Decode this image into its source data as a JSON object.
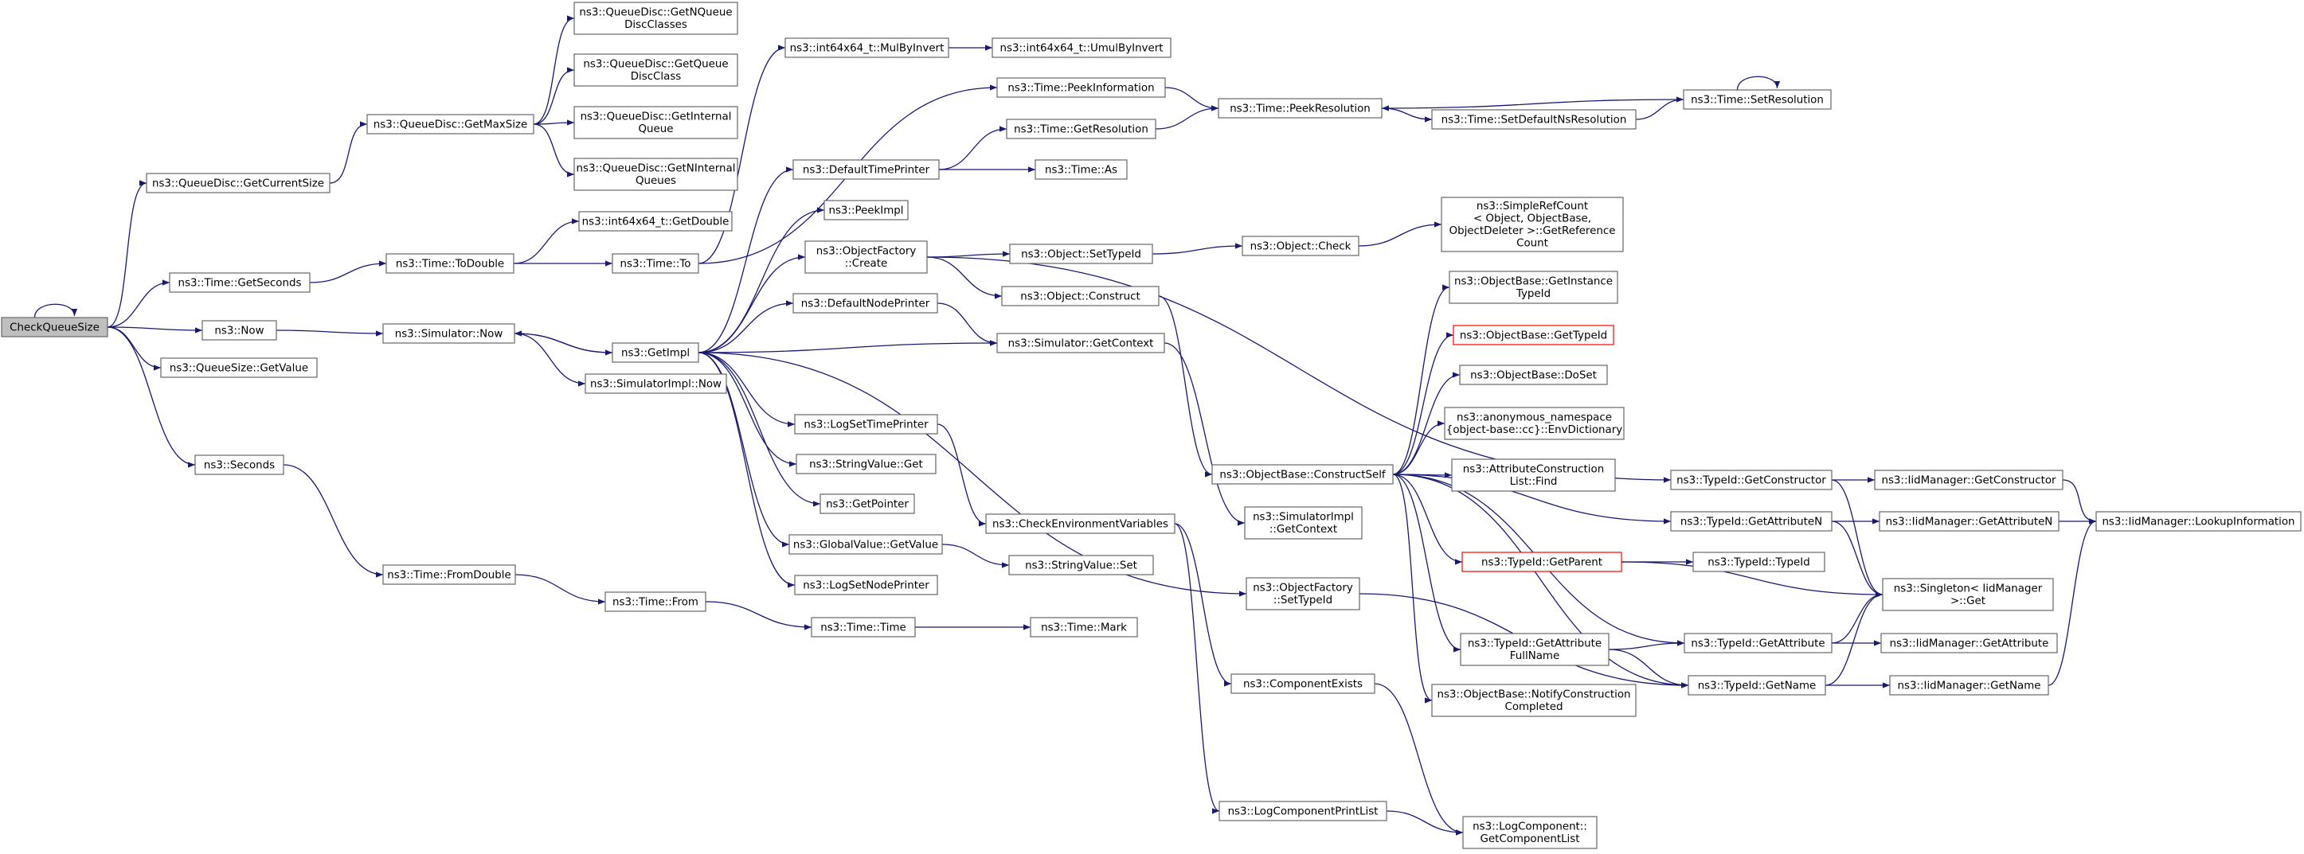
{
  "colors": {
    "edge": "#191970",
    "node_border": "#666666",
    "highlight_border": "#ff0000",
    "root_fill": "#bfbfbf"
  },
  "nodes": [
    {
      "id": "n0",
      "lines": [
        "CheckQueueSize"
      ],
      "root": true
    },
    {
      "id": "n1",
      "lines": [
        "ns3::QueueDisc::GetCurrentSize"
      ]
    },
    {
      "id": "n2",
      "lines": [
        "ns3::QueueDisc::GetMaxSize"
      ]
    },
    {
      "id": "n3",
      "lines": [
        "ns3::QueueDisc::GetNQueue",
        "DiscClasses"
      ]
    },
    {
      "id": "n4",
      "lines": [
        "ns3::QueueDisc::GetQueue",
        "DiscClass"
      ]
    },
    {
      "id": "n5",
      "lines": [
        "ns3::QueueDisc::GetInternal",
        "Queue"
      ]
    },
    {
      "id": "n6",
      "lines": [
        "ns3::QueueDisc::GetNInternal",
        "Queues"
      ]
    },
    {
      "id": "n7",
      "lines": [
        "ns3::Time::GetSeconds"
      ]
    },
    {
      "id": "n8",
      "lines": [
        "ns3::Time::ToDouble"
      ]
    },
    {
      "id": "n9",
      "lines": [
        "ns3::int64x64_t::GetDouble"
      ]
    },
    {
      "id": "n10",
      "lines": [
        "ns3::Time::To"
      ]
    },
    {
      "id": "n11",
      "lines": [
        "ns3::int64x64_t::MulByInvert"
      ]
    },
    {
      "id": "n12",
      "lines": [
        "ns3::int64x64_t::UmulByInvert"
      ]
    },
    {
      "id": "n13",
      "lines": [
        "ns3::Now"
      ]
    },
    {
      "id": "n14",
      "lines": [
        "ns3::Simulator::Now"
      ]
    },
    {
      "id": "n15",
      "lines": [
        "ns3::GetImpl"
      ]
    },
    {
      "id": "n16",
      "lines": [
        "ns3::SimulatorImpl::Now"
      ]
    },
    {
      "id": "n17",
      "lines": [
        "ns3::QueueSize::GetValue"
      ]
    },
    {
      "id": "n18",
      "lines": [
        "ns3::Seconds"
      ]
    },
    {
      "id": "n19",
      "lines": [
        "ns3::Time::FromDouble"
      ]
    },
    {
      "id": "n20",
      "lines": [
        "ns3::Time::From"
      ]
    },
    {
      "id": "n21",
      "lines": [
        "ns3::Time::Time"
      ]
    },
    {
      "id": "n22",
      "lines": [
        "ns3::Time::Mark"
      ]
    },
    {
      "id": "n23",
      "lines": [
        "ns3::DefaultTimePrinter"
      ]
    },
    {
      "id": "n24",
      "lines": [
        "ns3::PeekImpl"
      ]
    },
    {
      "id": "n25",
      "lines": [
        "ns3::ObjectFactory",
        "::Create"
      ]
    },
    {
      "id": "n26",
      "lines": [
        "ns3::DefaultNodePrinter"
      ]
    },
    {
      "id": "n27",
      "lines": [
        "ns3::LogSetTimePrinter"
      ]
    },
    {
      "id": "n28",
      "lines": [
        "ns3::StringValue::Get"
      ]
    },
    {
      "id": "n29",
      "lines": [
        "ns3::GetPointer"
      ]
    },
    {
      "id": "n30",
      "lines": [
        "ns3::GlobalValue::GetValue"
      ]
    },
    {
      "id": "n31",
      "lines": [
        "ns3::LogSetNodePrinter"
      ]
    },
    {
      "id": "n32",
      "lines": [
        "ns3::Time::PeekInformation"
      ]
    },
    {
      "id": "n33",
      "lines": [
        "ns3::Time::GetResolution"
      ]
    },
    {
      "id": "n34",
      "lines": [
        "ns3::Time::As"
      ]
    },
    {
      "id": "n35",
      "lines": [
        "ns3::Object::SetTypeId"
      ]
    },
    {
      "id": "n36",
      "lines": [
        "ns3::Object::Construct"
      ]
    },
    {
      "id": "n37",
      "lines": [
        "ns3::Simulator::GetContext"
      ]
    },
    {
      "id": "n38",
      "lines": [
        "ns3::CheckEnvironmentVariables"
      ]
    },
    {
      "id": "n39",
      "lines": [
        "ns3::StringValue::Set"
      ]
    },
    {
      "id": "n40",
      "lines": [
        "ns3::Time::PeekResolution"
      ]
    },
    {
      "id": "n41",
      "lines": [
        "ns3::Time::SetDefaultNsResolution"
      ]
    },
    {
      "id": "n42",
      "lines": [
        "ns3::Time::SetResolution"
      ]
    },
    {
      "id": "n43",
      "lines": [
        "ns3::Object::Check"
      ]
    },
    {
      "id": "n44",
      "lines": [
        "ns3::SimpleRefCount",
        "< Object, ObjectBase,",
        "ObjectDeleter >::GetReference",
        "Count"
      ]
    },
    {
      "id": "n45",
      "lines": [
        "ns3::ObjectBase::GetInstance",
        "TypeId"
      ]
    },
    {
      "id": "n46",
      "lines": [
        "ns3::ObjectBase::GetTypeId"
      ],
      "red": true
    },
    {
      "id": "n47",
      "lines": [
        "ns3::ObjectBase::DoSet"
      ]
    },
    {
      "id": "n48",
      "lines": [
        "ns3::anonymous_namespace",
        "{object-base::cc}::EnvDictionary"
      ]
    },
    {
      "id": "n49",
      "lines": [
        "ns3::AttributeConstruction",
        "List::Find"
      ]
    },
    {
      "id": "n50",
      "lines": [
        "ns3::ObjectBase::ConstructSelf"
      ]
    },
    {
      "id": "n51",
      "lines": [
        "ns3::SimulatorImpl",
        "::GetContext"
      ]
    },
    {
      "id": "n52",
      "lines": [
        "ns3::ObjectFactory",
        "::SetTypeId"
      ]
    },
    {
      "id": "n53",
      "lines": [
        "ns3::ComponentExists"
      ]
    },
    {
      "id": "n54",
      "lines": [
        "ns3::LogComponentPrintList"
      ]
    },
    {
      "id": "n55",
      "lines": [
        "ns3::LogComponent::",
        "GetComponentList"
      ]
    },
    {
      "id": "n56",
      "lines": [
        "ns3::TypeId::GetParent"
      ],
      "red": true
    },
    {
      "id": "n57",
      "lines": [
        "ns3::TypeId::TypeId"
      ]
    },
    {
      "id": "n58",
      "lines": [
        "ns3::TypeId::GetAttribute",
        "FullName"
      ]
    },
    {
      "id": "n59",
      "lines": [
        "ns3::ObjectBase::NotifyConstruction",
        "Completed"
      ]
    },
    {
      "id": "n60",
      "lines": [
        "ns3::TypeId::GetConstructor"
      ]
    },
    {
      "id": "n61",
      "lines": [
        "ns3::TypeId::GetAttributeN"
      ]
    },
    {
      "id": "n62",
      "lines": [
        "ns3::Singleton< IidManager",
        ">::Get"
      ]
    },
    {
      "id": "n63",
      "lines": [
        "ns3::TypeId::GetAttribute"
      ]
    },
    {
      "id": "n64",
      "lines": [
        "ns3::TypeId::GetName"
      ]
    },
    {
      "id": "n65",
      "lines": [
        "ns3::IidManager::GetConstructor"
      ]
    },
    {
      "id": "n66",
      "lines": [
        "ns3::IidManager::GetAttributeN"
      ]
    },
    {
      "id": "n67",
      "lines": [
        "ns3::IidManager::LookupInformation"
      ]
    },
    {
      "id": "n68",
      "lines": [
        "ns3::IidManager::GetAttribute"
      ]
    },
    {
      "id": "n69",
      "lines": [
        "ns3::IidManager::GetName"
      ]
    }
  ],
  "edges": [
    [
      "n0",
      "n0"
    ],
    [
      "n0",
      "n1"
    ],
    [
      "n0",
      "n7"
    ],
    [
      "n0",
      "n13"
    ],
    [
      "n0",
      "n17"
    ],
    [
      "n0",
      "n18"
    ],
    [
      "n1",
      "n2"
    ],
    [
      "n2",
      "n3"
    ],
    [
      "n2",
      "n4"
    ],
    [
      "n2",
      "n5"
    ],
    [
      "n2",
      "n6"
    ],
    [
      "n7",
      "n8"
    ],
    [
      "n8",
      "n9"
    ],
    [
      "n8",
      "n10"
    ],
    [
      "n10",
      "n11"
    ],
    [
      "n10",
      "n32"
    ],
    [
      "n11",
      "n12"
    ],
    [
      "n13",
      "n14"
    ],
    [
      "n14",
      "n15"
    ],
    [
      "n14",
      "n16"
    ],
    [
      "n15",
      "n14"
    ],
    [
      "n15",
      "n23"
    ],
    [
      "n15",
      "n24"
    ],
    [
      "n15",
      "n25"
    ],
    [
      "n15",
      "n26"
    ],
    [
      "n15",
      "n37"
    ],
    [
      "n15",
      "n27"
    ],
    [
      "n15",
      "n28"
    ],
    [
      "n15",
      "n29"
    ],
    [
      "n15",
      "n30"
    ],
    [
      "n15",
      "n31"
    ],
    [
      "n15",
      "n52"
    ],
    [
      "n18",
      "n19"
    ],
    [
      "n19",
      "n20"
    ],
    [
      "n20",
      "n21"
    ],
    [
      "n21",
      "n22"
    ],
    [
      "n23",
      "n33"
    ],
    [
      "n23",
      "n34"
    ],
    [
      "n25",
      "n35"
    ],
    [
      "n25",
      "n36"
    ],
    [
      "n25",
      "n60"
    ],
    [
      "n26",
      "n37"
    ],
    [
      "n27",
      "n38"
    ],
    [
      "n30",
      "n39"
    ],
    [
      "n32",
      "n40"
    ],
    [
      "n33",
      "n40"
    ],
    [
      "n40",
      "n41"
    ],
    [
      "n41",
      "n42"
    ],
    [
      "n42",
      "n40"
    ],
    [
      "n42",
      "n42"
    ],
    [
      "n35",
      "n43"
    ],
    [
      "n43",
      "n44"
    ],
    [
      "n36",
      "n50"
    ],
    [
      "n37",
      "n51"
    ],
    [
      "n38",
      "n53"
    ],
    [
      "n38",
      "n54"
    ],
    [
      "n53",
      "n55"
    ],
    [
      "n54",
      "n55"
    ],
    [
      "n50",
      "n45"
    ],
    [
      "n50",
      "n46"
    ],
    [
      "n50",
      "n47"
    ],
    [
      "n50",
      "n48"
    ],
    [
      "n50",
      "n49"
    ],
    [
      "n50",
      "n61"
    ],
    [
      "n50",
      "n56"
    ],
    [
      "n50",
      "n63"
    ],
    [
      "n50",
      "n58"
    ],
    [
      "n50",
      "n59"
    ],
    [
      "n50",
      "n64"
    ],
    [
      "n52",
      "n64"
    ],
    [
      "n56",
      "n57"
    ],
    [
      "n56",
      "n62"
    ],
    [
      "n58",
      "n63"
    ],
    [
      "n58",
      "n64"
    ],
    [
      "n60",
      "n65"
    ],
    [
      "n60",
      "n62"
    ],
    [
      "n61",
      "n66"
    ],
    [
      "n61",
      "n62"
    ],
    [
      "n63",
      "n68"
    ],
    [
      "n63",
      "n62"
    ],
    [
      "n64",
      "n69"
    ],
    [
      "n64",
      "n62"
    ],
    [
      "n65",
      "n67"
    ],
    [
      "n66",
      "n67"
    ],
    [
      "n69",
      "n67"
    ]
  ]
}
